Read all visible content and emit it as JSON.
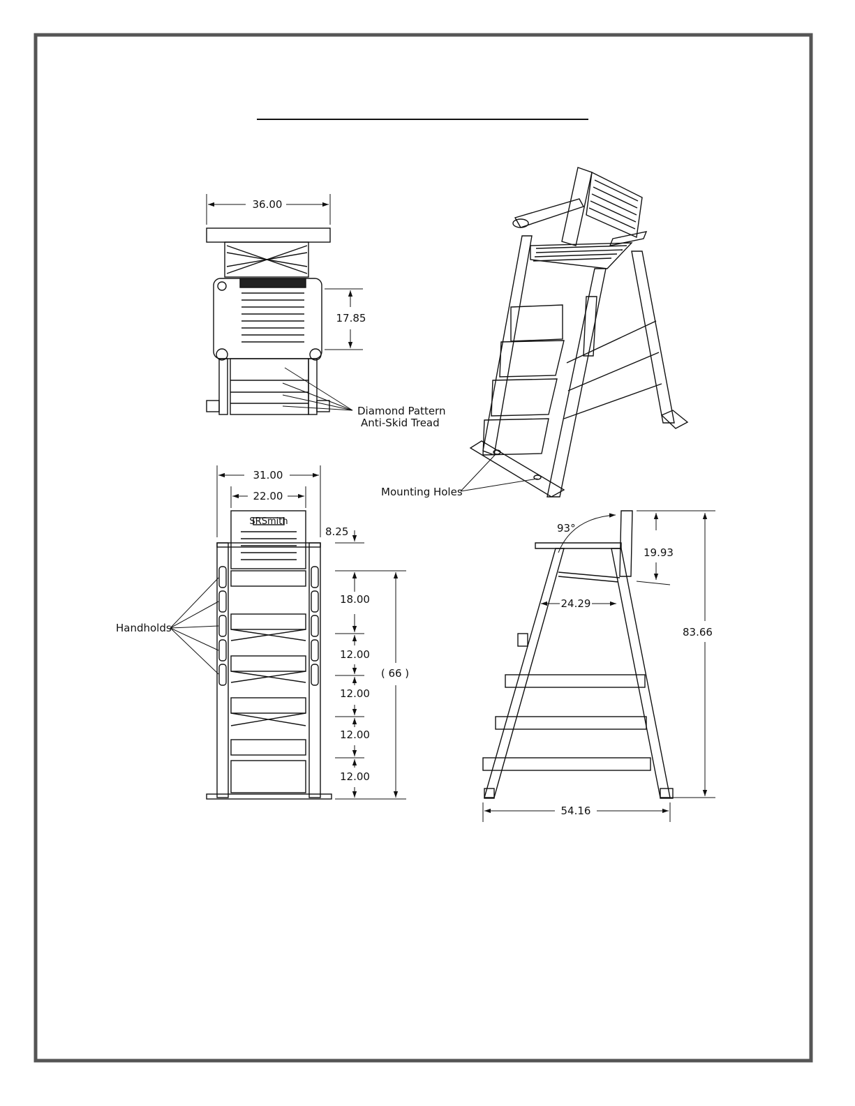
{
  "dimensions": {
    "top_width": "36.00",
    "seat_height": "17.85",
    "front_outer_width": "31.00",
    "front_inner_width": "22.00",
    "backrest": "8.25",
    "step_1": "18.00",
    "step_2": "12.00",
    "step_3": "12.00",
    "step_4": "12.00",
    "step_5": "12.00",
    "overall_rise": "( 66 )",
    "back_angle": "93°",
    "back_height": "19.93",
    "seat_depth": "24.29",
    "overall_height": "83.66",
    "base_length": "54.16"
  },
  "callouts": {
    "tread_line1": "Diamond Pattern",
    "tread_line2": "Anti-Skid Tread",
    "handholds": "Handholds",
    "mounting_holes": "Mounting Holes"
  },
  "logo": "SRSmith"
}
